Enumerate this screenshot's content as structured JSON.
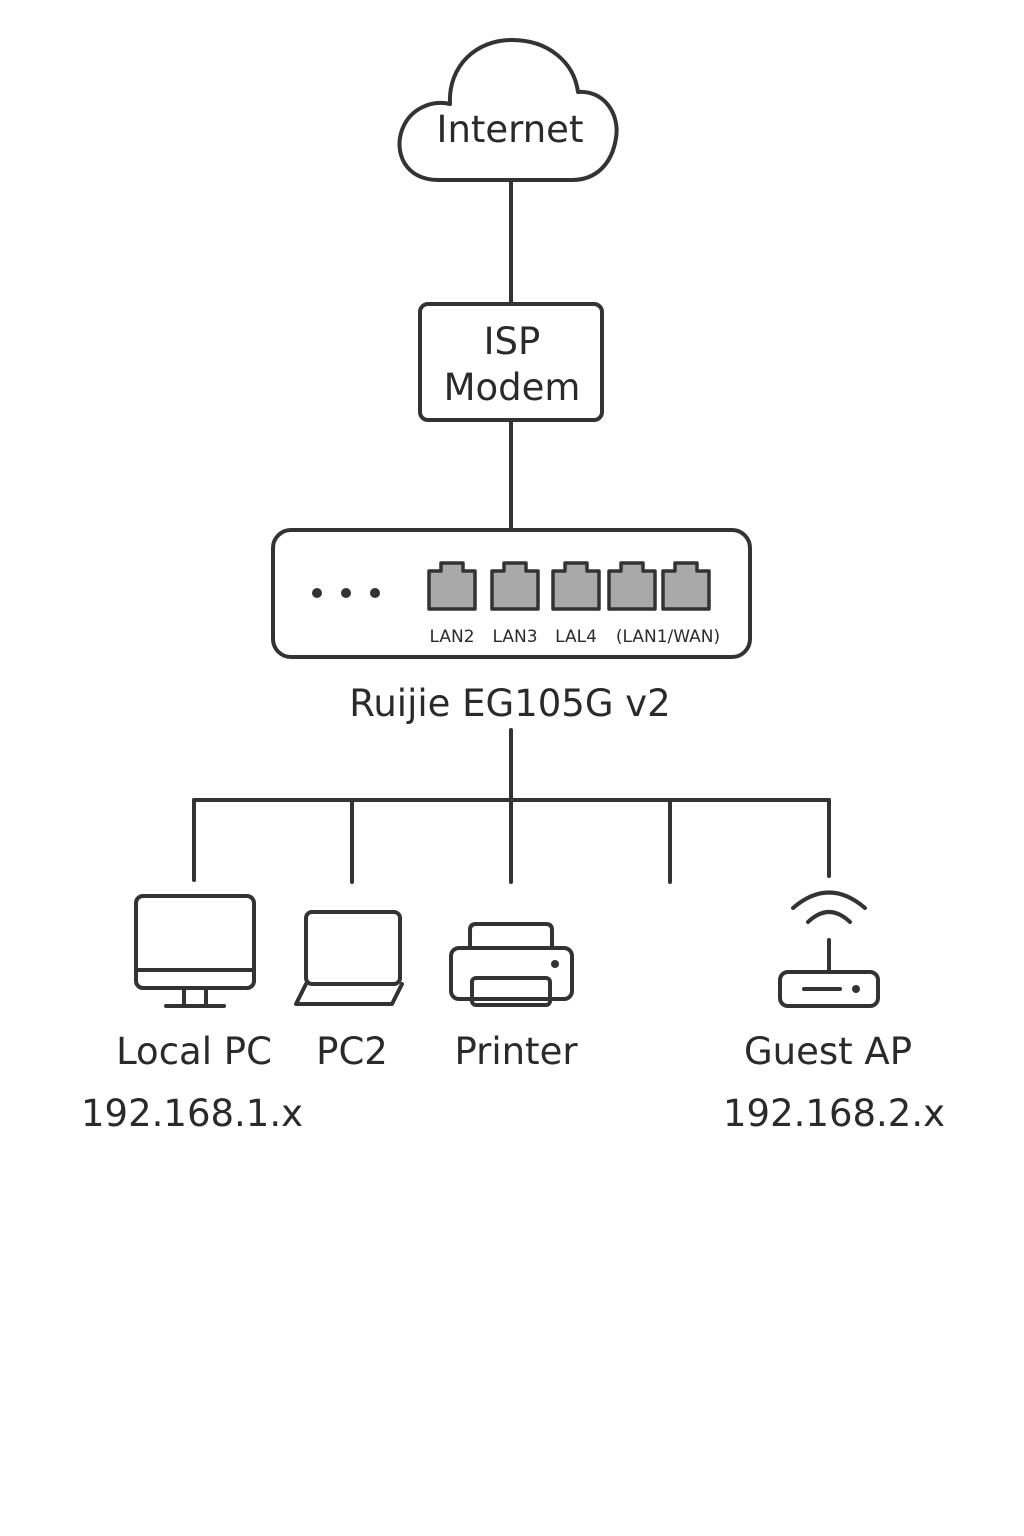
{
  "nodes": {
    "internet": {
      "label": "Internet"
    },
    "modem": {
      "line1": "ISP",
      "line2": "Modem"
    },
    "router": {
      "label": "Ruijie EG105G v2"
    }
  },
  "ports": [
    {
      "label": "LAN2"
    },
    {
      "label": "LAN3"
    },
    {
      "label": "LAL4"
    },
    {
      "label": "(LAN1/WAN)"
    }
  ],
  "devices": {
    "local_pc": {
      "label": "Local PC",
      "subnet": "192.168.1.x",
      "icon": "desktop-monitor-icon"
    },
    "pc2": {
      "label": "PC2",
      "icon": "laptop-icon"
    },
    "printer": {
      "label": "Printer",
      "icon": "printer-icon"
    },
    "guest_ap": {
      "label": "Guest AP",
      "subnet": "192.168.2.x",
      "icon": "wireless-access-point-icon"
    }
  }
}
